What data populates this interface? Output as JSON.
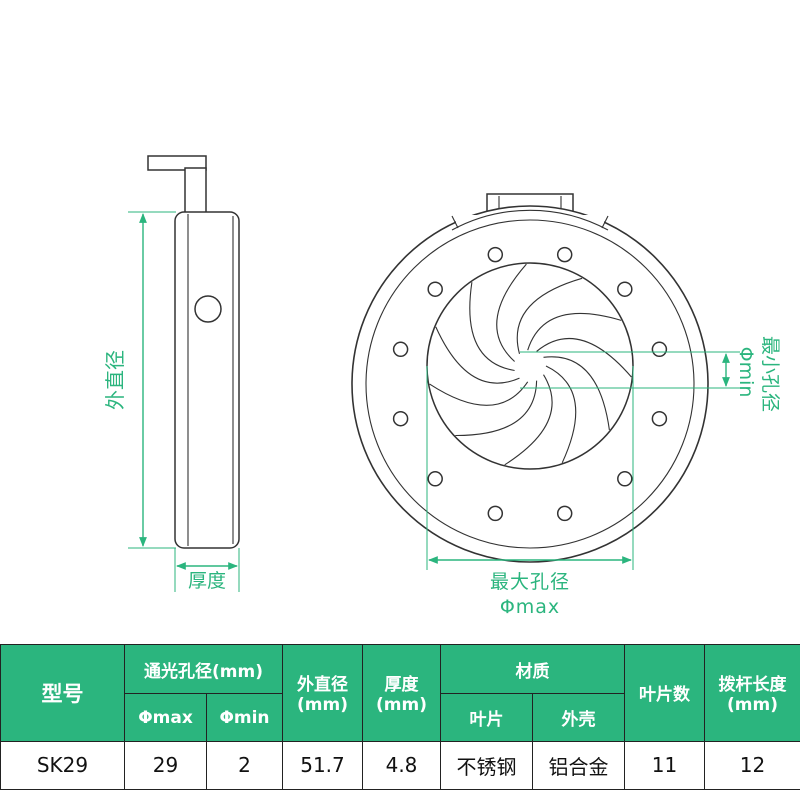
{
  "labels": {
    "outer_diameter": "外直径",
    "thickness": "厚度",
    "max_aperture": "最大孔径",
    "max_symbol": "Φmax",
    "min_aperture": "最小孔径",
    "min_symbol": "Φmin"
  },
  "table": {
    "headers": {
      "model": "型号",
      "aperture": "通光孔径(mm)",
      "phi_max": "Φmax",
      "phi_min": "Φmin",
      "outer_diameter_1": "外直径",
      "outer_diameter_2": "(mm)",
      "thickness_1": "厚度",
      "thickness_2": "(mm)",
      "material": "材质",
      "blade": "叶片",
      "shell": "外壳",
      "blade_count": "叶片数",
      "lever_1": "拨杆长度",
      "lever_2": "(mm)"
    },
    "row": {
      "model": "SK29",
      "phi_max": "29",
      "phi_min": "2",
      "outer_diameter": "51.7",
      "thickness": "4.8",
      "blade_material": "不锈钢",
      "shell_material": "铝合金",
      "blade_count": "11",
      "lever_length": "12"
    }
  },
  "colors": {
    "accent": "#2bb57e",
    "line": "#333333"
  }
}
